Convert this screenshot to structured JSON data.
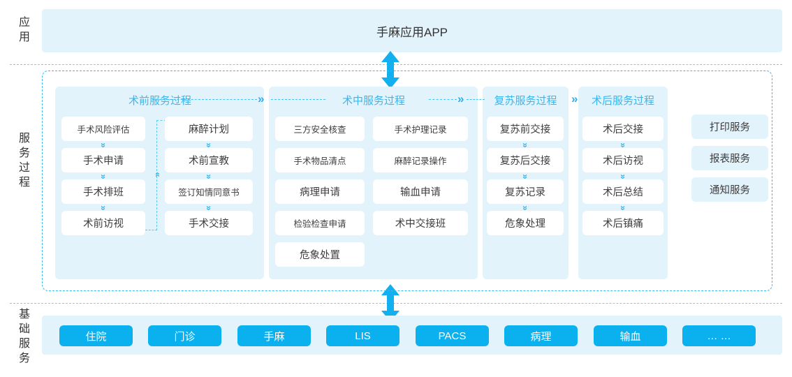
{
  "rows": {
    "application_label": "应用",
    "service_label": "服务过程",
    "infrastructure_label": "基础服务"
  },
  "application": {
    "title": "手麻应用APP"
  },
  "connectors": {
    "top_arrow": "double-vertical-arrow",
    "bottom_arrow": "double-vertical-arrow",
    "phase_chevron": "»",
    "step_chevron": "»"
  },
  "service_process": {
    "phases": [
      {
        "id": "pre-op",
        "title": "术前服务过程",
        "columns": [
          {
            "items": [
              "手术风险评估",
              "手术申请",
              "手术排班",
              "术前访视"
            ],
            "arrows": true
          },
          {
            "items": [
              "麻醉计划",
              "术前宣教",
              "签订知情同意书",
              "手术交接"
            ],
            "arrows": true
          }
        ]
      },
      {
        "id": "intra-op",
        "title": "术中服务过程",
        "columns": [
          {
            "items": [
              "三方安全核查",
              "手术物品清点",
              "病理申请",
              "检验检查申请",
              "危象处置"
            ],
            "arrows": false
          },
          {
            "items": [
              "手术护理记录",
              "麻醉记录操作",
              "输血申请",
              "术中交接班"
            ],
            "arrows": false
          }
        ]
      },
      {
        "id": "recovery",
        "title": "复苏服务过程",
        "columns": [
          {
            "items": [
              "复苏前交接",
              "复苏后交接",
              "复苏记录",
              "危象处理"
            ],
            "arrows": true
          }
        ]
      },
      {
        "id": "post-op",
        "title": "术后服务过程",
        "columns": [
          {
            "items": [
              "术后交接",
              "术后访视",
              "术后总结",
              "术后镇痛"
            ],
            "arrows": true
          }
        ]
      }
    ],
    "aux_services": [
      "打印服务",
      "报表服务",
      "通知服务"
    ]
  },
  "infrastructure": {
    "items": [
      "住院",
      "门诊",
      "手麻",
      "LIS",
      "PACS",
      "病理",
      "输血",
      "…  …"
    ]
  },
  "colors": {
    "accent": "#0bb0ef",
    "accent_light": "#38b6ef",
    "panel_bg": "#e2f3fc",
    "box_bg": "#ffffff",
    "dashed_gray": "#b8b8b8",
    "text": "#3d3d3d"
  }
}
